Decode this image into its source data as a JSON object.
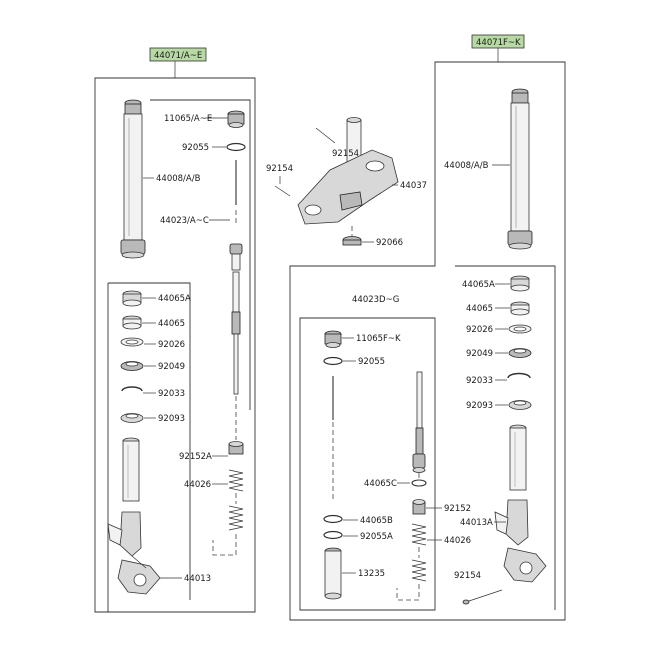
{
  "diagram": {
    "headers": {
      "left": "44071/A~E",
      "right": "44071F~K",
      "color": "#b7d9a3"
    },
    "labels": {
      "tube_left": "44008/A/B",
      "cap_left": "11065/A~E",
      "oring_left": "92055",
      "rod_left": "44023/A~C",
      "bush_a_left": "44065A",
      "bush_left": "44065",
      "seal_left": "92026",
      "ring_left": "92049",
      "clip_left": "92033",
      "washer_left": "92093",
      "piece_left": "92152A",
      "spring_left": "44026",
      "fork_left": "44013",
      "bolt_top": "92154",
      "bolt_side": "92154",
      "clamp": "44037",
      "cap_nut": "92066",
      "rod_right_group": "44023D~G",
      "cap_right": "11065F~K",
      "oring_right": "92055",
      "bush_c_right": "44065C",
      "piece_right": "92152",
      "bush_b_right": "44065B",
      "oring_a_right": "92055A",
      "spring_right": "44026",
      "tube_small_right": "13235",
      "tube_right": "44008/A/B",
      "bush_a_right": "44065A",
      "bush_right": "44065",
      "seal_right": "92026",
      "ring_right": "92049",
      "clip_right": "92033",
      "washer_right": "92093",
      "fork_right": "44013A",
      "bolt_right": "92154"
    }
  }
}
